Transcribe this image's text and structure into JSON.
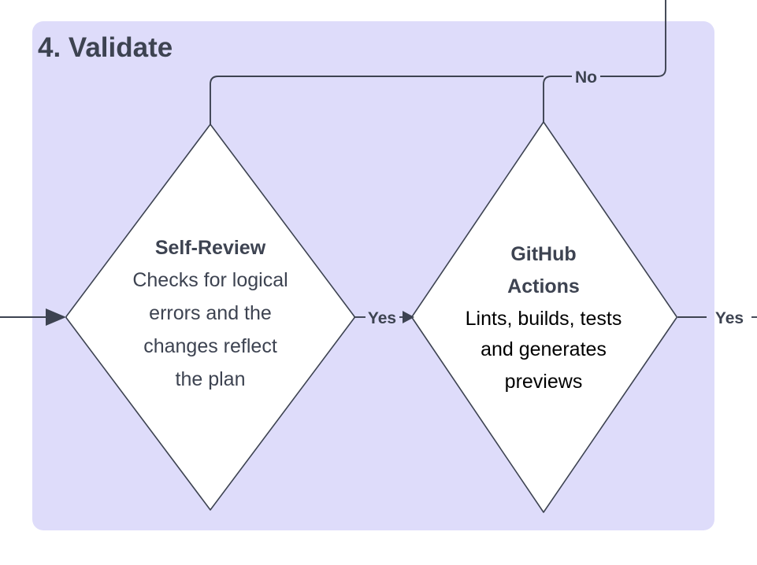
{
  "panel": {
    "title": "4. Validate",
    "background_color": "#dedcfa"
  },
  "colors": {
    "panel_bg": "#dedcfa",
    "node_fill": "#ffffff",
    "stroke": "#3d4351",
    "title_text": "#3d4351",
    "body_text_dark": "#000000"
  },
  "nodes": [
    {
      "id": "self-review",
      "shape": "diamond",
      "title": "Self-Review",
      "body_lines": [
        "Checks for logical",
        "errors and the",
        "changes reflect",
        "the plan"
      ],
      "text_color": "#3d4351"
    },
    {
      "id": "github-actions",
      "shape": "diamond",
      "title_lines": [
        "GitHub",
        "Actions"
      ],
      "body_lines": [
        "Lints, builds, tests",
        "and generates",
        "previews"
      ],
      "text_color": "#000000"
    }
  ],
  "edges": [
    {
      "id": "edge-in",
      "label": "",
      "from": "external-left",
      "to": "self-review"
    },
    {
      "id": "edge-yes-1",
      "label": "Yes",
      "from": "self-review",
      "to": "github-actions"
    },
    {
      "id": "edge-yes-2",
      "label": "Yes",
      "from": "github-actions",
      "to": "external-right"
    },
    {
      "id": "edge-no",
      "label": "No",
      "from": "external-top",
      "to": "self-review"
    }
  ],
  "labels": {
    "yes_left": "Yes",
    "yes_right": "Yes",
    "no": "No"
  }
}
